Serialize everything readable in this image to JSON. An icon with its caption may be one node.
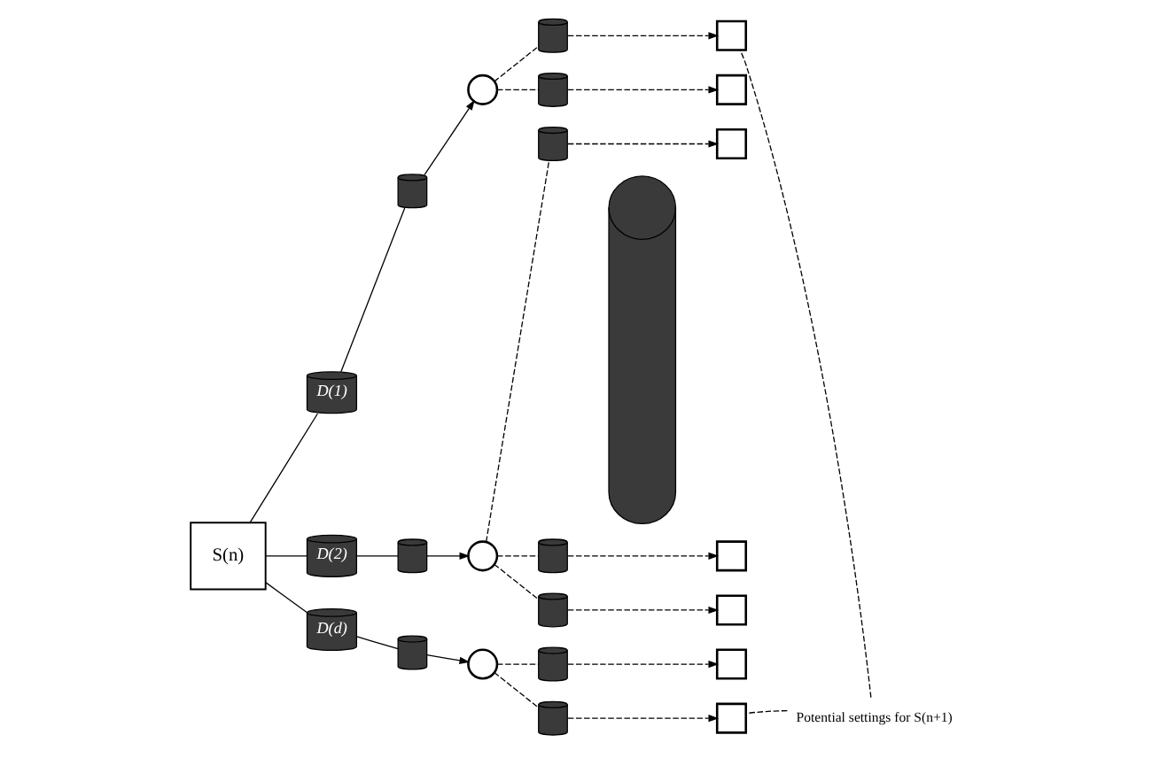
{
  "diagram": {
    "nodes": [
      {
        "text": [
          "S(n)"
        ]
      },
      {
        "text": [
          "D(1)"
        ]
      },
      {
        "text": [],
        "shape": "cylinder"
      },
      {
        "text": [],
        "shape": "circle"
      },
      {
        "text": [
          "D(2)"
        ]
      },
      {
        "text": [],
        "shape": "cylinder"
      },
      {
        "text": [],
        "shape": "circle"
      },
      {
        "text": [
          "D(d)"
        ]
      },
      {
        "text": [],
        "shape": "cylinder"
      },
      {
        "text": [],
        "shape": "circle"
      },
      {
        "text": [],
        "shape": "cylinder"
      },
      {
        "text": [],
        "shape": "cylinder"
      },
      {
        "text": [],
        "shape": "cylinder"
      },
      {
        "text": [],
        "shape": "cylinder"
      },
      {
        "text": [],
        "shape": "cylinder"
      },
      {
        "text": [],
        "shape": "cylinder"
      },
      {
        "text": [],
        "shape": "cylinder"
      },
      {
        "text": [],
        "shape": "cylinder"
      },
      {
        "text": [],
        "shape": "box"
      },
      {
        "text": [],
        "shape": "box"
      },
      {
        "text": [],
        "shape": "box"
      },
      {
        "text": [],
        "shape": "box"
      },
      {
        "text": [],
        "shape": "box"
      },
      {
        "text": [],
        "shape": "box"
      },
      {
        "text": [],
        "shape": "box"
      },
      {
        "text": [
          "Potential settings for S(n+1)"
        ]
      }
    ],
    "edges": [
      {
        "from": 0,
        "to": 1,
        "arrow": "none"
      },
      {
        "from": 0,
        "to": 4,
        "arrow": "none"
      },
      {
        "from": 0,
        "to": 7,
        "arrow": "none"
      },
      {
        "from": 1,
        "to": 2,
        "arrow": "none"
      },
      {
        "from": 2,
        "to": 3,
        "arrow": "to"
      },
      {
        "from": 4,
        "to": 5,
        "arrow": "none"
      },
      {
        "from": 5,
        "to": 6,
        "arrow": "to"
      },
      {
        "from": 7,
        "to": 8,
        "arrow": "none"
      },
      {
        "from": 8,
        "to": 9,
        "arrow": "to"
      },
      {
        "from": 3,
        "to": 10,
        "arrow": "none",
        "style": "dashed"
      },
      {
        "from": 3,
        "to": 11,
        "arrow": "none",
        "style": "dashed"
      },
      {
        "from": 6,
        "to": 12,
        "arrow": "none",
        "style": "dashed"
      },
      {
        "from": 6,
        "to": 13,
        "arrow": "none",
        "style": "dashed"
      },
      {
        "from": 6,
        "to": 14,
        "arrow": "none",
        "style": "dashed"
      },
      {
        "from": 9,
        "to": 15,
        "arrow": "none",
        "style": "dashed"
      },
      {
        "from": 9,
        "to": 16,
        "arrow": "none",
        "style": "dashed"
      },
      {
        "from": 10,
        "to": 18,
        "arrow": "to",
        "style": "dashed"
      },
      {
        "from": 11,
        "to": 19,
        "arrow": "to",
        "style": "dashed"
      },
      {
        "from": 12,
        "to": 20,
        "arrow": "to",
        "style": "dashed"
      },
      {
        "from": 13,
        "to": 21,
        "arrow": "to",
        "style": "dashed"
      },
      {
        "from": 14,
        "to": 22,
        "arrow": "to",
        "style": "dashed"
      },
      {
        "from": 15,
        "to": 23,
        "arrow": "to",
        "style": "dashed"
      },
      {
        "from": 16,
        "to": 24,
        "arrow": "to",
        "style": "dashed"
      },
      {
        "from": 25,
        "to": 18,
        "arrow": "none",
        "style": "dashed"
      },
      {
        "from": 25,
        "to": 24,
        "arrow": "none",
        "style": "dashed"
      }
    ]
  }
}
